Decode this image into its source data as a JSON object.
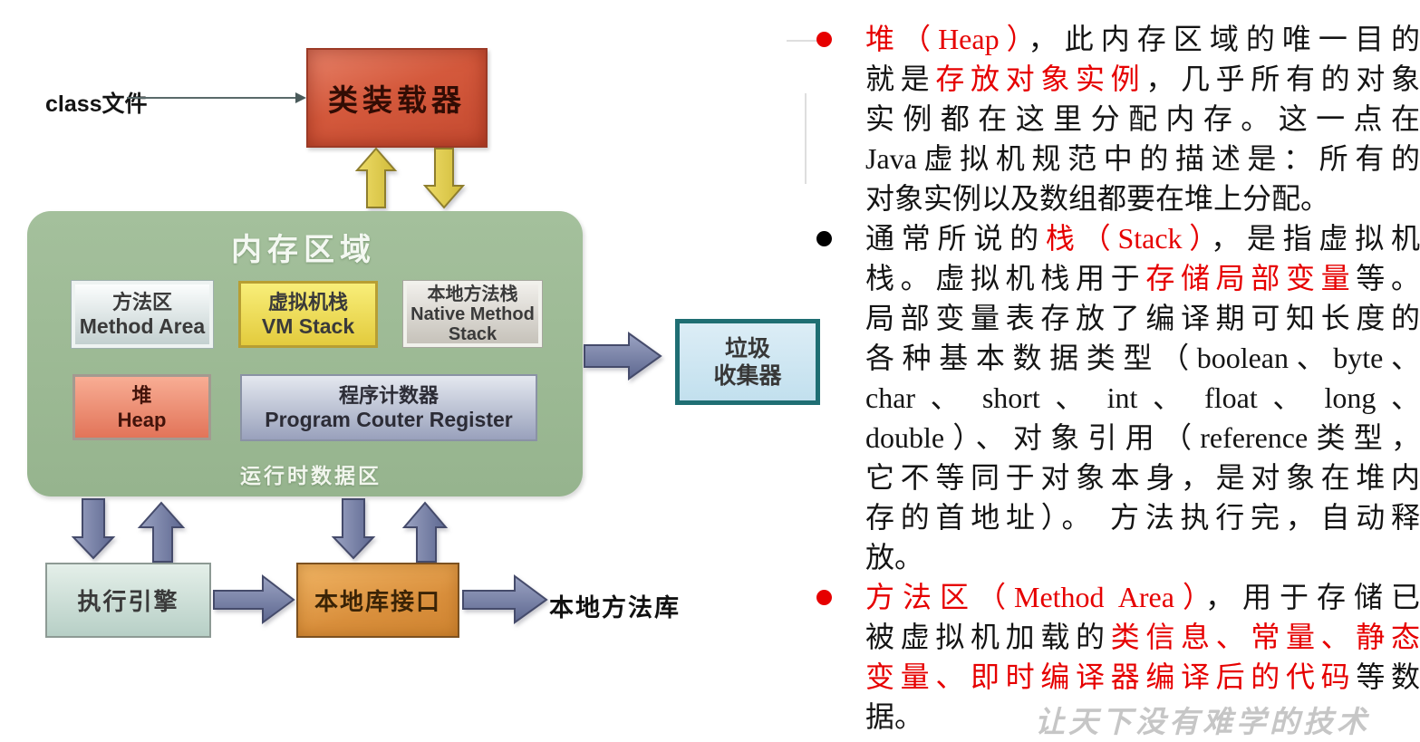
{
  "diagram": {
    "class_file": "class文件",
    "class_loader": "类装载器",
    "memory_title": "内存区域",
    "runtime_label": "运行时数据区",
    "boxes": {
      "method_area_zh": "方法区",
      "method_area_en": "Method Area",
      "vm_stack_zh": "虚拟机栈",
      "vm_stack_en": "VM Stack",
      "native_stack_zh": "本地方法栈",
      "native_stack_en1": "Native Method",
      "native_stack_en2": "Stack",
      "heap_zh": "堆",
      "heap_en": "Heap",
      "pc_zh": "程序计数器",
      "pc_en": "Program Couter Register"
    },
    "gc_line1": "垃圾",
    "gc_line2": "收集器",
    "execution_engine": "执行引擎",
    "native_interface": "本地库接口",
    "native_library": "本地方法库"
  },
  "notes": {
    "text_color": "#141414",
    "highlight_color": "#e60000",
    "bullets": [
      {
        "marker_color": "#e60000",
        "lines": [
          [
            {
              "t": "堆（Heap）",
              "r": true
            },
            {
              "t": "，此内存区域的唯一目的"
            }
          ],
          [
            {
              "t": "就是"
            },
            {
              "t": "存放对象实例",
              "r": true
            },
            {
              "t": "，几乎所有的对象"
            }
          ],
          [
            {
              "t": "实例都在这里分配内存。这一点在"
            }
          ],
          [
            {
              "t": "Java虚拟机规范中的描述是：所有的"
            }
          ],
          [
            {
              "t": "对象实例以及数组都要在堆上分配。"
            }
          ]
        ]
      },
      {
        "marker_color": "#000000",
        "lines": [
          [
            {
              "t": "通常所说的"
            },
            {
              "t": "栈（Stack）",
              "r": true
            },
            {
              "t": "，是指虚拟机"
            }
          ],
          [
            {
              "t": "栈。虚拟机栈用于"
            },
            {
              "t": "存储局部变量",
              "r": true
            },
            {
              "t": "等。"
            }
          ],
          [
            {
              "t": "局部变量表存放了编译期可知长度的"
            }
          ],
          [
            {
              "t": "各种基本数据类型（boolean、byte、"
            }
          ],
          [
            {
              "t": "char 、 short 、 int 、 float 、 long 、"
            }
          ],
          [
            {
              "t": "double）、对象引用（reference类型，"
            }
          ],
          [
            {
              "t": "它不等同于对象本身，是对象在堆内"
            }
          ],
          [
            {
              "t": "存的首地址）。 方法执行完，自动释"
            }
          ],
          [
            {
              "t": "放。"
            }
          ]
        ]
      },
      {
        "marker_color": "#e60000",
        "lines": [
          [
            {
              "t": "方法区（Method Area）",
              "r": true
            },
            {
              "t": "，用于存储已"
            }
          ],
          [
            {
              "t": "被虚拟机加载的"
            },
            {
              "t": "类信息、常量、静态",
              "r": true
            }
          ],
          [
            {
              "t": "变量、即时编译器编译后的代码",
              "r": true
            },
            {
              "t": "等数"
            }
          ],
          [
            {
              "t": "据。"
            }
          ]
        ]
      }
    ]
  },
  "watermark": "让天下没有难学的技术",
  "colors": {
    "loader_red": "#d4593c",
    "region_green": "#9bb893",
    "arrow_yellow": "#decb4a",
    "arrow_slate": "#7b84a9",
    "gc_border": "#1f6e73",
    "gc_fill": "#cfe6f2",
    "interface_orange": "#d98f3c"
  }
}
